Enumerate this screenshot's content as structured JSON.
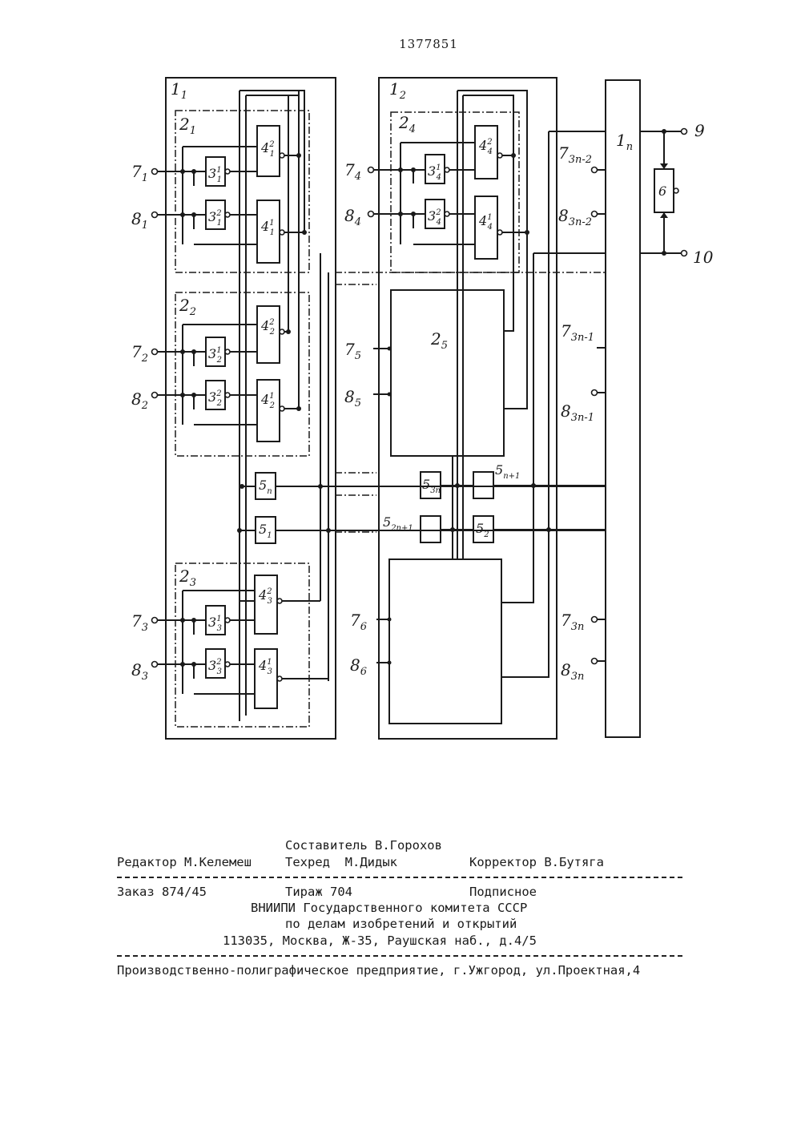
{
  "header": {
    "patent_number": "1377851"
  },
  "diagram": {
    "modules": [
      {
        "id": "1_1",
        "label": "1",
        "sub": "1"
      },
      {
        "id": "1_2",
        "label": "1",
        "sub": "2"
      },
      {
        "id": "1_n",
        "label": "1",
        "sub": "n"
      }
    ],
    "blocks": [
      {
        "id": "2_1",
        "label": "2",
        "sub": "1"
      },
      {
        "id": "2_2",
        "label": "2",
        "sub": "2"
      },
      {
        "id": "2_3",
        "label": "2",
        "sub": "3"
      },
      {
        "id": "2_4",
        "label": "2",
        "sub": "4"
      },
      {
        "id": "2_5",
        "label": "2",
        "sub": "5"
      }
    ],
    "elements_3": [
      {
        "label": "3",
        "sup": "1",
        "sub": "1"
      },
      {
        "label": "3",
        "sup": "2",
        "sub": "1"
      },
      {
        "label": "3",
        "sup": "1",
        "sub": "2"
      },
      {
        "label": "3",
        "sup": "2",
        "sub": "2"
      },
      {
        "label": "3",
        "sup": "1",
        "sub": "3"
      },
      {
        "label": "3",
        "sup": "2",
        "sub": "3"
      },
      {
        "label": "3",
        "sup": "1",
        "sub": "4"
      },
      {
        "label": "3",
        "sup": "2",
        "sub": "4"
      }
    ],
    "elements_4": [
      {
        "label": "4",
        "sup": "2",
        "sub": "1"
      },
      {
        "label": "4",
        "sup": "1",
        "sub": "1"
      },
      {
        "label": "4",
        "sup": "2",
        "sub": "2"
      },
      {
        "label": "4",
        "sup": "1",
        "sub": "2"
      },
      {
        "label": "4",
        "sup": "2",
        "sub": "3"
      },
      {
        "label": "4",
        "sup": "1",
        "sub": "3"
      },
      {
        "label": "4",
        "sup": "2",
        "sub": "4"
      },
      {
        "label": "4",
        "sup": "1",
        "sub": "4"
      }
    ],
    "elements_5": [
      {
        "label": "5",
        "sub": "n"
      },
      {
        "label": "5",
        "sub": "1"
      },
      {
        "label": "5",
        "sub": "3n"
      },
      {
        "label": "5",
        "sub": "2n+1"
      },
      {
        "label": "5",
        "sub": "n+1"
      },
      {
        "label": "5",
        "sub": "2"
      }
    ],
    "element_6": "6",
    "inputs_left": [
      {
        "label": "7",
        "sub": "1"
      },
      {
        "label": "8",
        "sub": "1"
      },
      {
        "label": "7",
        "sub": "2"
      },
      {
        "label": "8",
        "sub": "2"
      },
      {
        "label": "7",
        "sub": "3"
      },
      {
        "label": "8",
        "sub": "3"
      }
    ],
    "inputs_mid": [
      {
        "label": "7",
        "sub": "4"
      },
      {
        "label": "8",
        "sub": "4"
      },
      {
        "label": "7",
        "sub": "5"
      },
      {
        "label": "8",
        "sub": "5"
      },
      {
        "label": "7",
        "sub": "6"
      },
      {
        "label": "8",
        "sub": "6"
      }
    ],
    "inputs_right": [
      {
        "label": "7",
        "sub": "3n-2"
      },
      {
        "label": "8",
        "sub": "3n-2"
      },
      {
        "label": "7",
        "sub": "3n-1"
      },
      {
        "label": "8",
        "sub": "3n-1"
      },
      {
        "label": "7",
        "sub": "3n"
      },
      {
        "label": "8",
        "sub": "3n"
      }
    ],
    "outputs": [
      "9",
      "10"
    ]
  },
  "colophon": {
    "compiler": "Составитель В.Горохов",
    "editor": "Редактор М.Келемеш",
    "techred": "Техред  М.Дидык",
    "corrector": "Корректор В.Бутяга",
    "order": "Заказ 874/45",
    "circulation": "Тираж 704",
    "subscription": "Подписное",
    "org_line1": "ВНИИПИ Государственного комитета СССР",
    "org_line2": "по делам изобретений и открытий",
    "org_address": "113035, Москва, Ж-35, Раушская наб., д.4/5",
    "printer": "Производственно-полиграфическое предприятие, г.Ужгород, ул.Проектная,4"
  }
}
